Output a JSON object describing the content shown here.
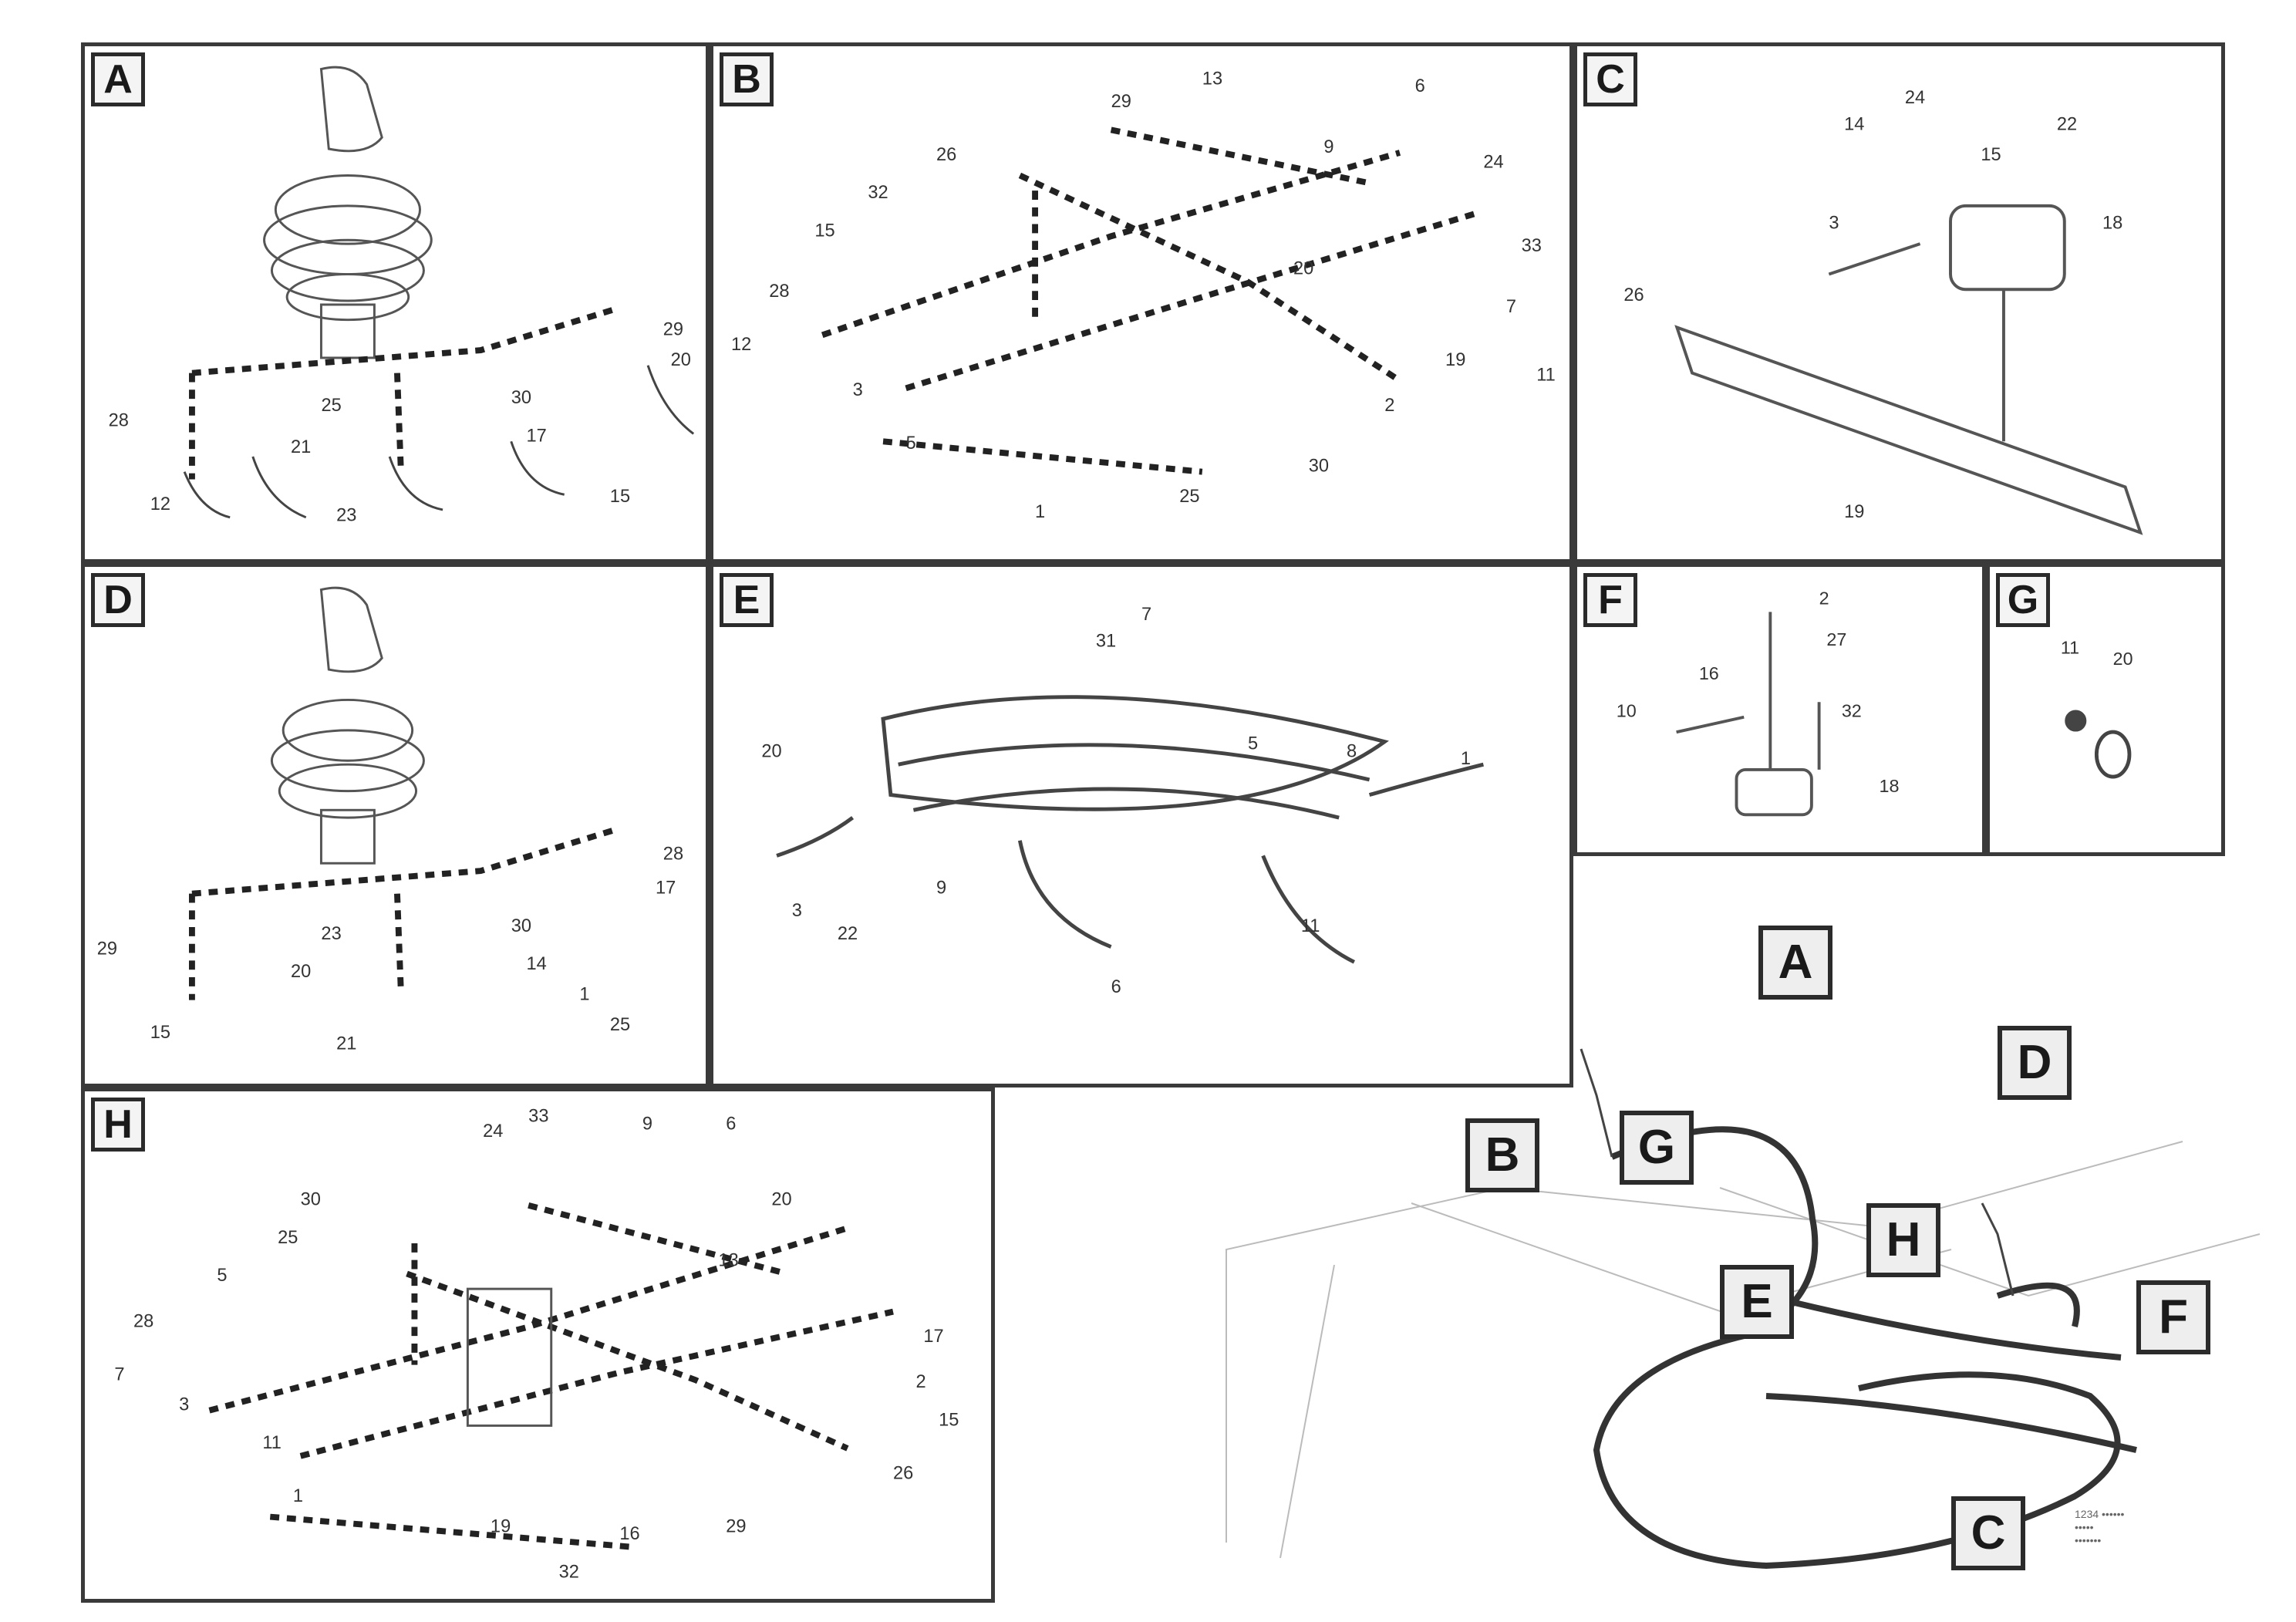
{
  "panels": [
    {
      "id": "A",
      "label": "A",
      "numbers": [
        "12",
        "15",
        "17",
        "20",
        "21",
        "23",
        "25",
        "28",
        "29",
        "30"
      ]
    },
    {
      "id": "B",
      "label": "B",
      "numbers": [
        "1",
        "2",
        "3",
        "5",
        "6",
        "7",
        "9",
        "11",
        "12",
        "13",
        "15",
        "19",
        "20",
        "24",
        "25",
        "26",
        "28",
        "29",
        "30",
        "32",
        "33"
      ]
    },
    {
      "id": "C",
      "label": "C",
      "numbers": [
        "3",
        "14",
        "15",
        "18",
        "19",
        "22",
        "24",
        "26"
      ]
    },
    {
      "id": "D",
      "label": "D",
      "numbers": [
        "1",
        "14",
        "15",
        "17",
        "20",
        "21",
        "23",
        "25",
        "28",
        "29",
        "30"
      ]
    },
    {
      "id": "E",
      "label": "E",
      "numbers": [
        "1",
        "3",
        "5",
        "6",
        "7",
        "8",
        "9",
        "11",
        "20",
        "22",
        "31"
      ]
    },
    {
      "id": "F",
      "label": "F",
      "numbers": [
        "2",
        "10",
        "16",
        "18",
        "27",
        "32"
      ]
    },
    {
      "id": "G",
      "label": "G",
      "numbers": [
        "11",
        "20"
      ]
    },
    {
      "id": "H",
      "label": "H",
      "numbers": [
        "1",
        "2",
        "3",
        "5",
        "6",
        "7",
        "9",
        "11",
        "13",
        "15",
        "16",
        "17",
        "19",
        "20",
        "24",
        "25",
        "26",
        "28",
        "29",
        "30",
        "32",
        "33"
      ]
    }
  ],
  "overview": {
    "callouts": [
      "A",
      "B",
      "C",
      "D",
      "E",
      "F",
      "G",
      "H"
    ]
  },
  "reference": {
    "lines": [
      "1234 ••••••",
      "•••••",
      "•••••••"
    ]
  },
  "colors": {
    "line": "#3a3a3a",
    "part": "#555555",
    "light": "#9a9a9a"
  }
}
